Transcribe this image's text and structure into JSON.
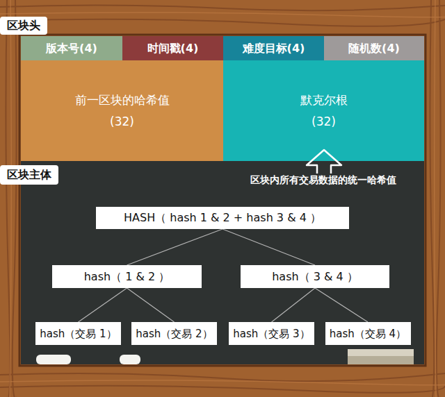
{
  "diagram": {
    "nodes": [
      {
        "text": [
          "区块头"
        ]
      },
      {
        "text": [
          "版本号(4)"
        ]
      },
      {
        "text": [
          "时间戳(4)"
        ]
      },
      {
        "text": [
          "难度目标(4)"
        ]
      },
      {
        "text": [
          "随机数(4)"
        ]
      },
      {
        "text": [
          "前一区块的哈希值",
          "(32)"
        ]
      },
      {
        "text": [
          "默克尔根",
          "(32)"
        ]
      },
      {
        "text": [
          "区块主体"
        ]
      },
      {
        "text": [
          "HASH（ hash 1 & 2 + hash 3 & 4 ）"
        ]
      },
      {
        "text": [
          "hash（ 1 & 2 ）"
        ]
      },
      {
        "text": [
          "hash（ 3 & 4 ）"
        ]
      },
      {
        "text": [
          "hash（交易 1）"
        ]
      },
      {
        "text": [
          "hash（交易 2）"
        ]
      },
      {
        "text": [
          "hash（交易 3）"
        ]
      },
      {
        "text": [
          "hash（交易 4）"
        ]
      }
    ],
    "edges": [
      {
        "from": 8,
        "to": 9,
        "arrow": "none"
      },
      {
        "from": 8,
        "to": 10,
        "arrow": "none"
      },
      {
        "from": 9,
        "to": 11,
        "arrow": "none"
      },
      {
        "from": 9,
        "to": 12,
        "arrow": "none"
      },
      {
        "from": 10,
        "to": 13,
        "arrow": "none"
      },
      {
        "from": 10,
        "to": 14,
        "arrow": "none"
      }
    ],
    "labels": [
      "区块内所有交易数据的统一哈希值"
    ]
  }
}
